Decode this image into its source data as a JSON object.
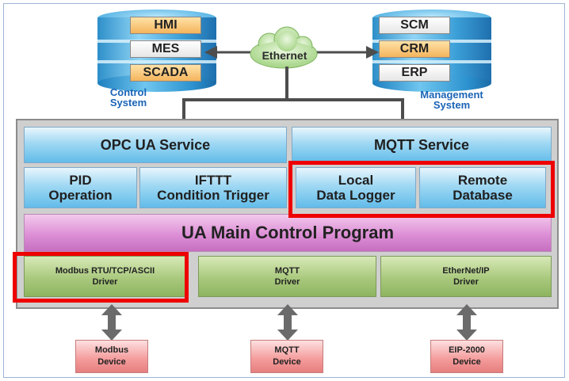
{
  "control_system": {
    "items": [
      "HMI",
      "MES",
      "SCADA"
    ],
    "title": "Control\nSystem"
  },
  "management_system": {
    "items": [
      "SCM",
      "CRM",
      "ERP"
    ],
    "title": "Management\nSystem"
  },
  "network": {
    "label": "Ethernet"
  },
  "services": {
    "opc_ua": "OPC UA Service",
    "mqtt": "MQTT Service",
    "pid": "PID\nOperation",
    "ifttt": "IFTTT\nCondition Trigger",
    "local_logger": "Local\nData Logger",
    "remote_db": "Remote\nDatabase"
  },
  "main_program": "UA Main Control Program",
  "drivers": [
    {
      "label": "Modbus RTU/TCP/ASCII\nDriver"
    },
    {
      "label": "MQTT\nDriver"
    },
    {
      "label": "EtherNet/IP\nDriver"
    }
  ],
  "devices": [
    {
      "label": "Modbus\nDevice"
    },
    {
      "label": "MQTT\nDevice"
    },
    {
      "label": "EIP-2000\nDevice"
    }
  ],
  "colors": {
    "highlight": "#ee0000",
    "service_blue": "#62bce9",
    "main_pink": "#dd8fd6",
    "driver_green": "#a9c97d",
    "device_red": "#f49a9a",
    "system_title_blue": "#1a64b6"
  }
}
